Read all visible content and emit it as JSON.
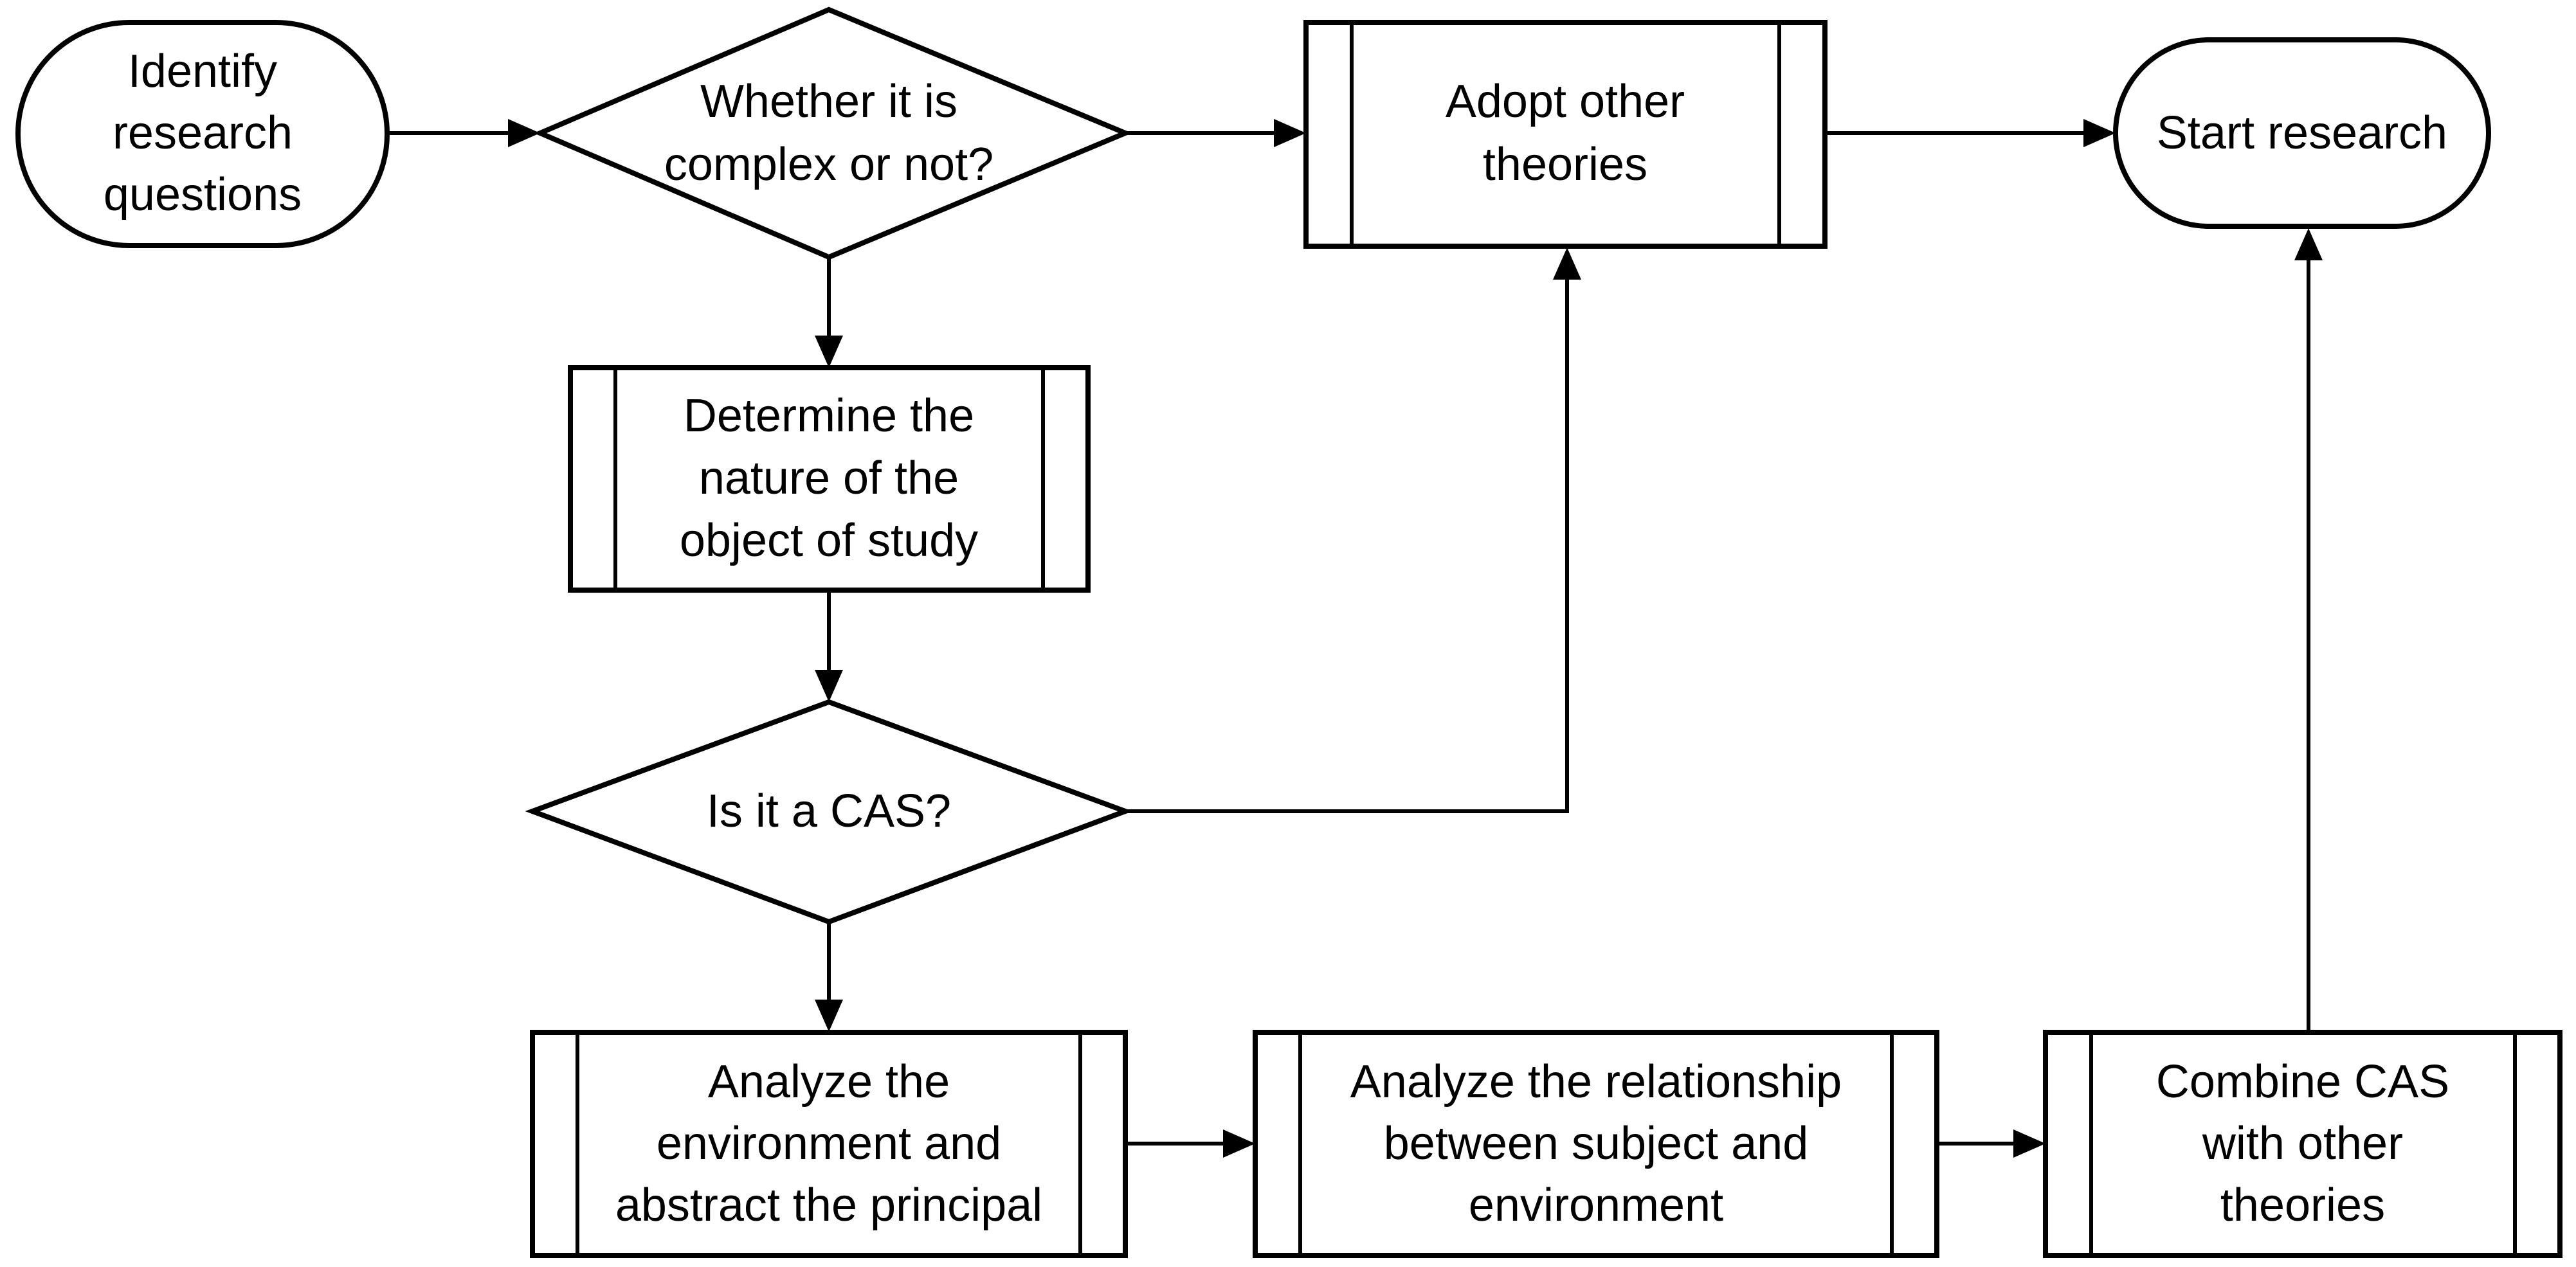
{
  "nodes": {
    "identify": {
      "lines": [
        "Identify",
        "research",
        "questions"
      ]
    },
    "complex_decision": {
      "lines": [
        "Whether it is",
        "complex or not?"
      ]
    },
    "adopt": {
      "lines": [
        "Adopt other",
        "theories"
      ]
    },
    "start": {
      "lines": [
        "Start research"
      ]
    },
    "determine": {
      "lines": [
        "Determine the",
        "nature of the",
        "object of study"
      ]
    },
    "cas_decision": {
      "lines": [
        "Is it a CAS?"
      ]
    },
    "analyze_env": {
      "lines": [
        "Analyze the",
        "environment and",
        "abstract the principal"
      ]
    },
    "analyze_rel": {
      "lines": [
        "Analyze the relationship",
        "between subject and",
        "environment"
      ]
    },
    "combine": {
      "lines": [
        "Combine CAS",
        "with other",
        "theories"
      ]
    }
  }
}
